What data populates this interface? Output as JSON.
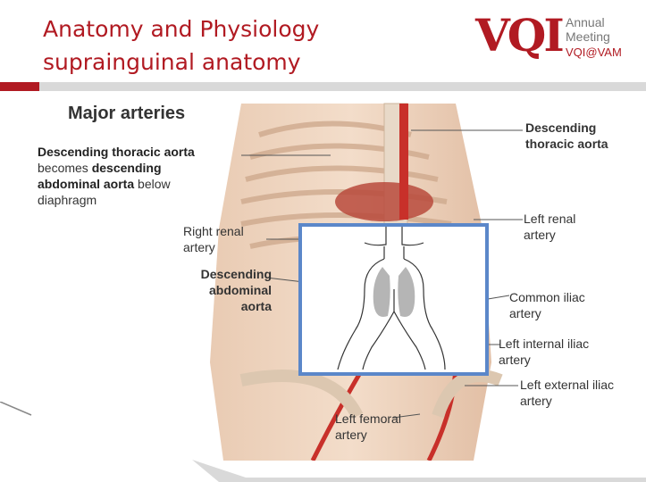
{
  "slide": {
    "title_line1": "Anatomy and Physiology",
    "title_line2": "suprainguinal anatomy"
  },
  "logo": {
    "mark": "VQI",
    "line1": "Annual",
    "line2": "Meeting",
    "line3": "VQI@VAM"
  },
  "figure": {
    "heading": "Major arteries",
    "labels": {
      "desc_thoracic_left_1": "Descending thoracic aorta",
      "desc_thoracic_left_2": "becomes",
      "desc_thoracic_left_3": "descending",
      "desc_thoracic_left_4": "abdominal aorta",
      "desc_thoracic_left_5": "below",
      "desc_thoracic_left_6": "diaphragm",
      "right_renal_1": "Right renal",
      "right_renal_2": "artery",
      "desc_abd_1": "Descending",
      "desc_abd_2": "abdominal",
      "desc_abd_3": "aorta",
      "desc_thoracic_right_1": "Descending",
      "desc_thoracic_right_2": "thoracic aorta",
      "left_renal_1": "Left renal",
      "left_renal_2": "artery",
      "common_iliac_1": "Common iliac",
      "common_iliac_2": "artery",
      "left_internal_1": "Left internal iliac",
      "left_internal_2": "artery",
      "left_external_1": "Left external iliac",
      "left_external_2": "artery",
      "left_femoral_1": "Left femoral",
      "left_femoral_2": "artery"
    }
  },
  "colors": {
    "brand_red": "#b11a22",
    "inset_border": "#5b87c9",
    "artery_red": "#c8302a"
  }
}
